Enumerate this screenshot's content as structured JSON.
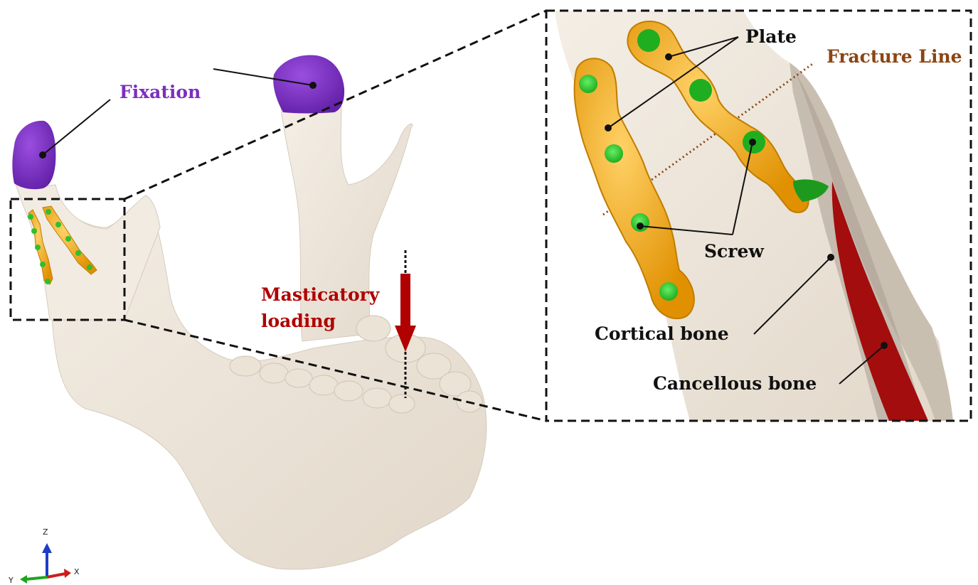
{
  "labels": {
    "fixation": "Fixation",
    "masticatory_line1": "Masticatory",
    "masticatory_line2": "loading",
    "plate": "Plate",
    "fracture_line": "Fracture Line",
    "screw": "Screw",
    "cortical_bone": "Cortical bone",
    "cancellous_bone": "Cancellous bone"
  },
  "axes": {
    "z": "Z",
    "y": "Y",
    "x": "X"
  },
  "colors": {
    "bone": "#efe8dd",
    "bone_shade": "#ddd3c4",
    "fixation": "#7a2fc0",
    "fixation_label": "#7b2fbe",
    "plate": "#f0a81a",
    "screw": "#3fcf3f",
    "load": "#b00000",
    "fracture": "#8b4513",
    "cancellous": "#a00000",
    "cortical_edge": "#bdb3a6"
  }
}
